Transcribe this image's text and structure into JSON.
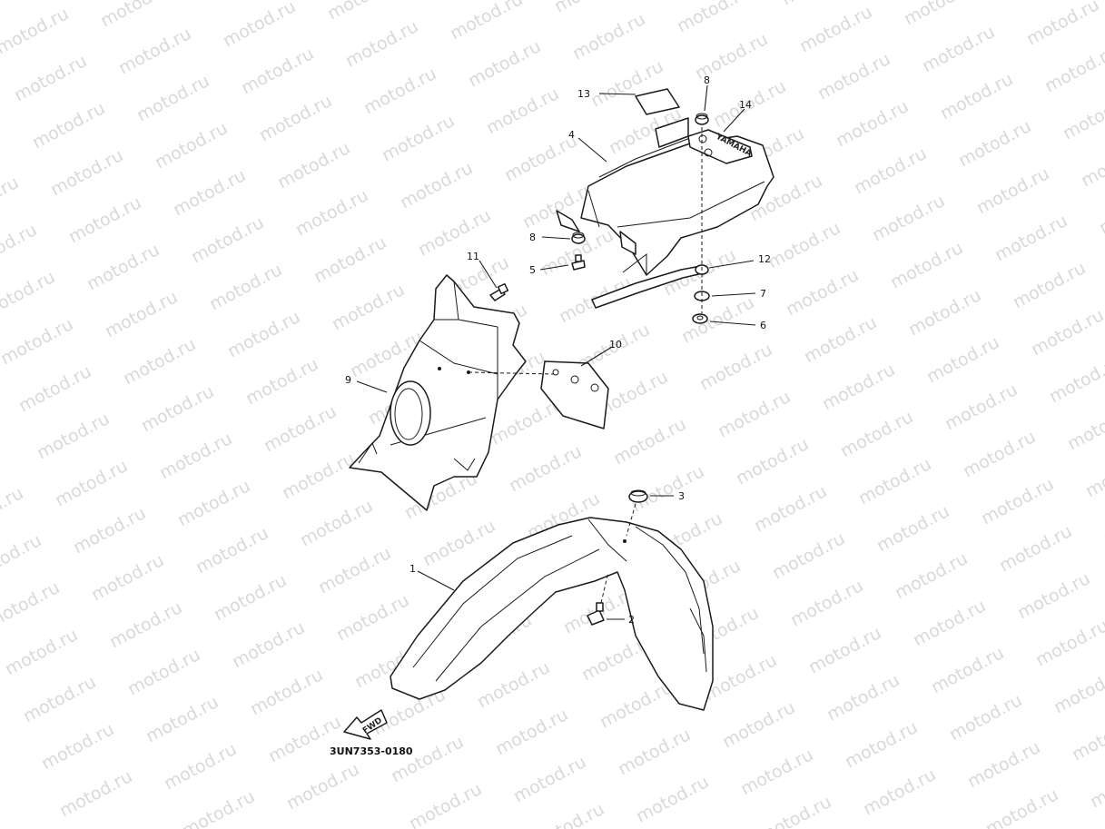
{
  "watermark": "motod.ru",
  "diagram_code": "3UN7353-0180",
  "fwd_label": "FWD",
  "emblem_text": "YAMAHA",
  "callouts": {
    "c1": "1",
    "c2": "2",
    "c3": "3",
    "c4": "4",
    "c5": "5",
    "c6": "6",
    "c7": "7",
    "c8a": "8",
    "c8b": "8",
    "c9": "9",
    "c10": "10",
    "c11": "11",
    "c12": "12",
    "c13": "13",
    "c14": "14"
  }
}
